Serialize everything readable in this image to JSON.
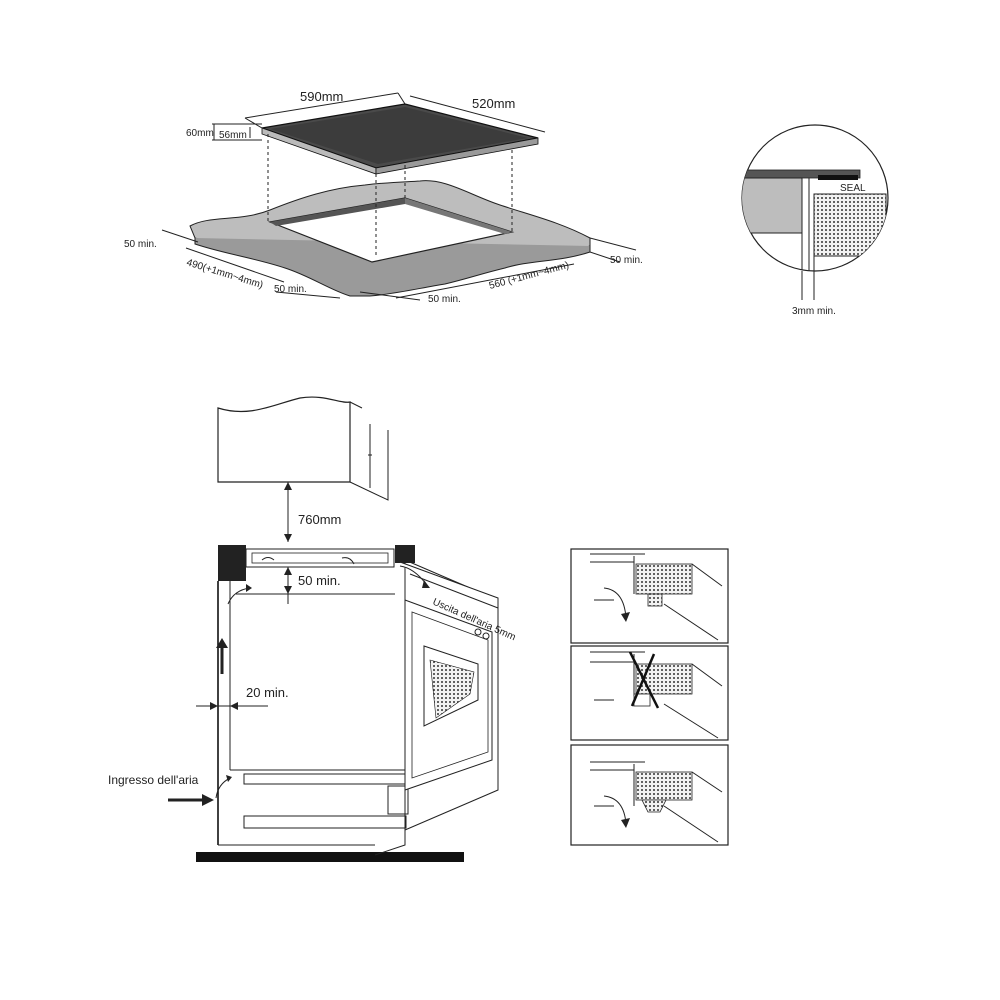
{
  "hob_dimensions": {
    "width": "590mm",
    "depth": "520mm",
    "height": "60mm",
    "inner_height": "56mm"
  },
  "cutout": {
    "left_clearance": "50 min.",
    "front_clearance": "50 min.",
    "right_clearance": "50 min.",
    "rear_clearance": "50 min.",
    "depth": "490(+1mm~4mm)",
    "width": "560 (+1mm~4mm)"
  },
  "seal_detail": {
    "seal_label": "SEAL",
    "gap": "3mm min."
  },
  "installation": {
    "hood_distance": "760mm",
    "top_clearance": "50 min.",
    "side_clearance": "20 min.",
    "air_inlet": "Ingresso dell'aria",
    "air_outlet": "Uscita dell'aria 5mm"
  },
  "colors": {
    "hob_glass": "#4a4a4a",
    "worktop": "#bdbdbd",
    "seal_fill": "#9e9e9e",
    "line": "#222222"
  }
}
